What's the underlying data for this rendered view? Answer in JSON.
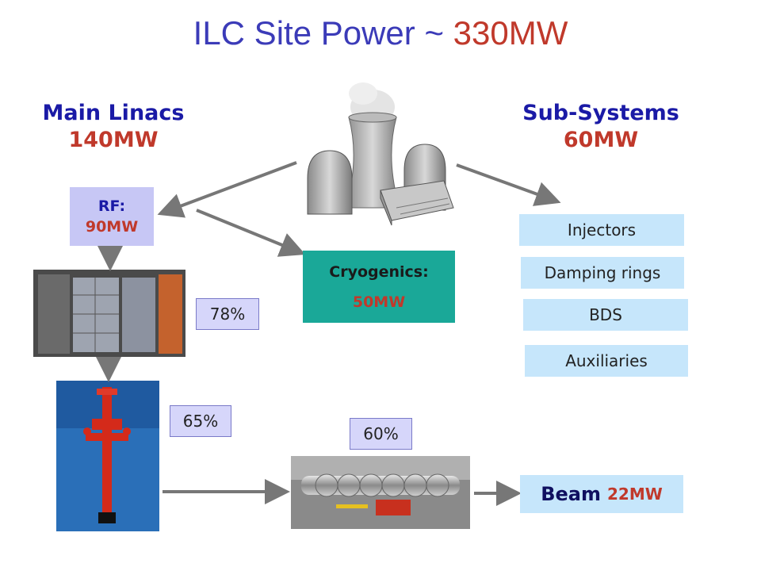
{
  "title": {
    "main": "ILC Site Power ~ ",
    "value": "330MW"
  },
  "main_linacs": {
    "label": "Main Linacs",
    "power": "140MW"
  },
  "sub_systems": {
    "label": "Sub-Systems",
    "power": "60MW"
  },
  "rf": {
    "label": "RF:",
    "power": "90MW"
  },
  "cryogenics": {
    "label": "Cryogenics:",
    "power": "50MW"
  },
  "sub_items": [
    "Injectors",
    "Damping rings",
    "BDS",
    "Auxiliaries"
  ],
  "efficiencies": {
    "modulator": "78%",
    "klystron": "65%",
    "cavity": "60%"
  },
  "beam": {
    "label": "Beam",
    "power": "22MW"
  },
  "icons": [
    "power-plant-image",
    "modulator-photo",
    "klystron-photo",
    "cavity-photo"
  ],
  "colors": {
    "title": "#3b3bb8",
    "highlight": "#c0392b",
    "rf_box": "#c7c7f5",
    "cryo_box": "#1aa898",
    "sub_box": "#c6e6fb",
    "pct_box": "#d6d6fa"
  }
}
